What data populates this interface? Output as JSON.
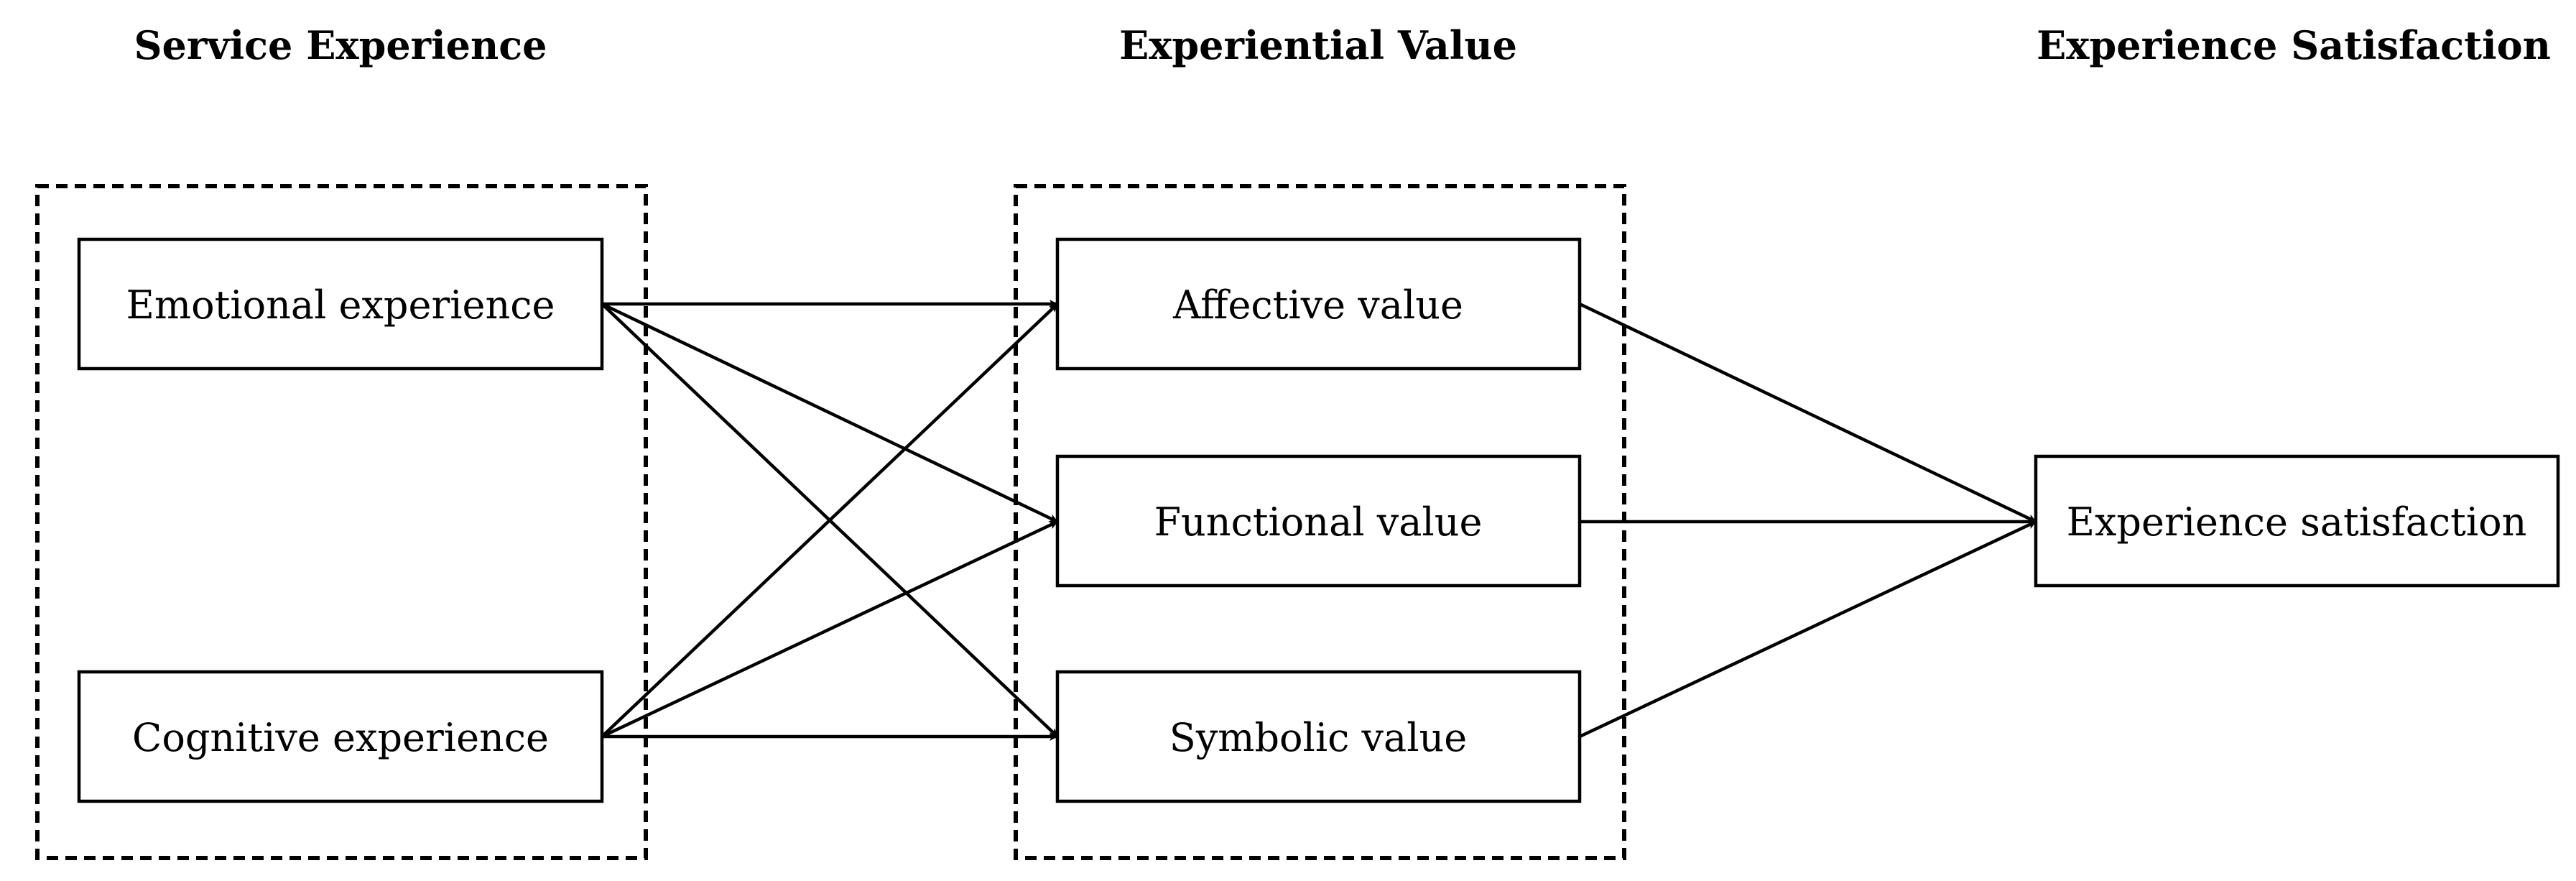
{
  "headers": {
    "service": "Service Experience",
    "value": "Experiential Value",
    "satisfaction": "Experience Satisfaction"
  },
  "nodes": {
    "emotional": "Emotional experience",
    "cognitive": "Cognitive experience",
    "affective": "Affective value",
    "functional": "Functional value",
    "symbolic": "Symbolic value",
    "satisfaction": "Experience satisfaction"
  },
  "groups": [
    {
      "name": "service-experience-group",
      "members": [
        "emotional",
        "cognitive"
      ]
    },
    {
      "name": "experiential-value-group",
      "members": [
        "affective",
        "functional",
        "symbolic"
      ]
    }
  ],
  "edges": [
    {
      "from": "emotional",
      "to": "affective"
    },
    {
      "from": "emotional",
      "to": "functional"
    },
    {
      "from": "emotional",
      "to": "symbolic"
    },
    {
      "from": "cognitive",
      "to": "affective"
    },
    {
      "from": "cognitive",
      "to": "functional"
    },
    {
      "from": "cognitive",
      "to": "symbolic"
    },
    {
      "from": "affective",
      "to": "satisfaction"
    },
    {
      "from": "functional",
      "to": "satisfaction"
    },
    {
      "from": "symbolic",
      "to": "satisfaction"
    }
  ]
}
